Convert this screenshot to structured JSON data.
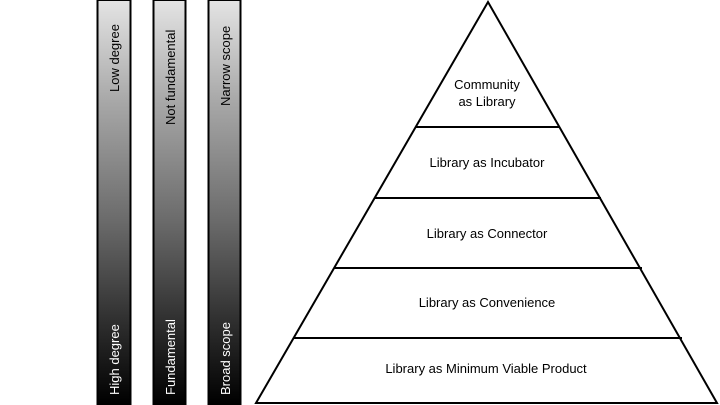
{
  "scales": [
    {
      "top": "Low degree",
      "bottom": "High degree"
    },
    {
      "top": "Not fundamental",
      "bottom": "Fundamental"
    },
    {
      "top": "Narrow scope",
      "bottom": "Broad scope"
    }
  ],
  "pyramid": {
    "layers": [
      {
        "line1": "Community",
        "line2": "as Library"
      },
      {
        "label": "Library as Incubator"
      },
      {
        "label": "Library as Connector"
      },
      {
        "label": "Library as Convenience"
      },
      {
        "label": "Library as Minimum Viable Product"
      }
    ]
  },
  "colors": {
    "gradient_top": "#e2e2e2",
    "gradient_bottom": "#000000",
    "stroke": "#000000"
  }
}
